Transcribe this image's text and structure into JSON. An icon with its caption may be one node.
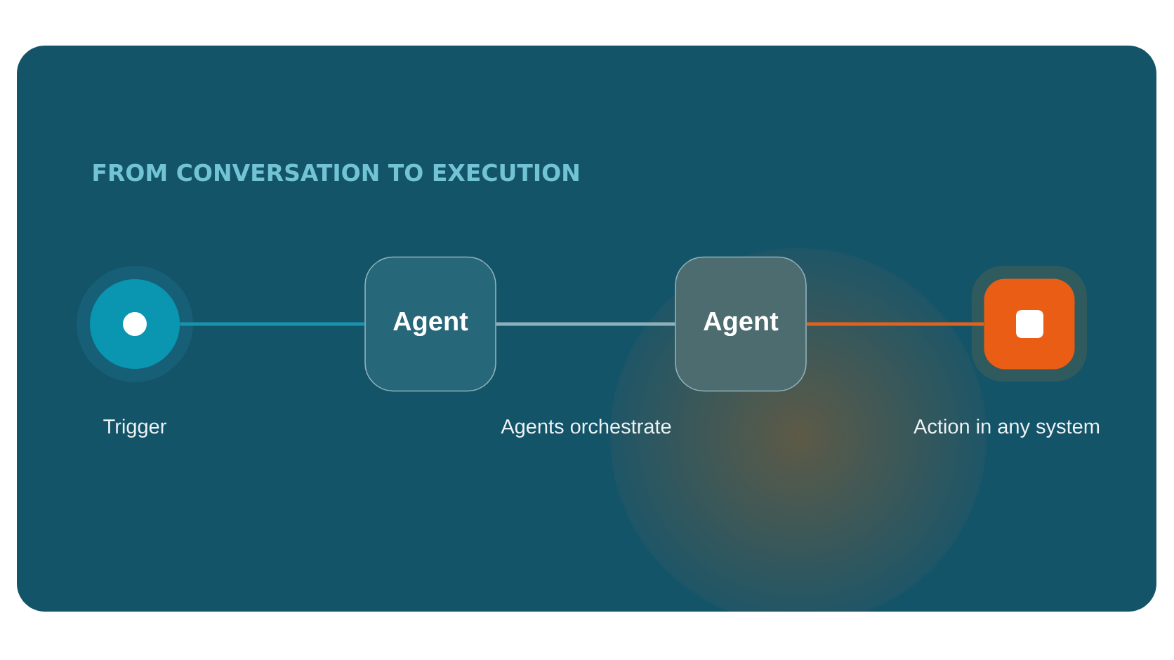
{
  "diagram": {
    "title": "FROM CONVERSATION TO EXECUTION",
    "nodes": [
      {
        "text": [],
        "shape": "circle",
        "beside": [
          "Trigger"
        ]
      },
      {
        "text": [
          "Agent"
        ]
      },
      {
        "text": [
          "Agent"
        ]
      },
      {
        "text": [],
        "shape": "box",
        "beside": [
          "Action in any system"
        ]
      }
    ],
    "edges": [
      {
        "from": 0,
        "to": 1,
        "arrow": "none",
        "color": "#1893ad"
      },
      {
        "from": 1,
        "to": 2,
        "arrow": "none",
        "color": "#8db0ba"
      },
      {
        "from": 2,
        "to": 3,
        "arrow": "none",
        "color": "#e2621d"
      }
    ],
    "labels": [
      "Agents orchestrate"
    ]
  }
}
